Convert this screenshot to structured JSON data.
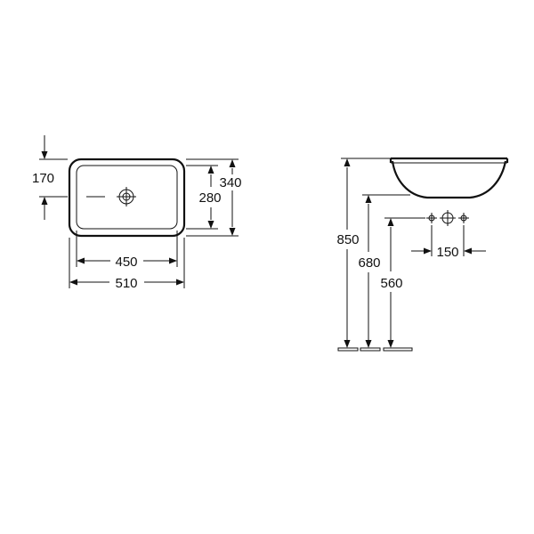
{
  "plan_view": {
    "dim_width_outer": "510",
    "dim_width_inner": "450",
    "dim_height_outer": "340",
    "dim_height_inner": "280",
    "dim_drain_offset": "170"
  },
  "side_view": {
    "dim_height_rim": "850",
    "dim_height_outlet": "680",
    "dim_height_tap": "560",
    "dim_tap_spacing": "150"
  }
}
